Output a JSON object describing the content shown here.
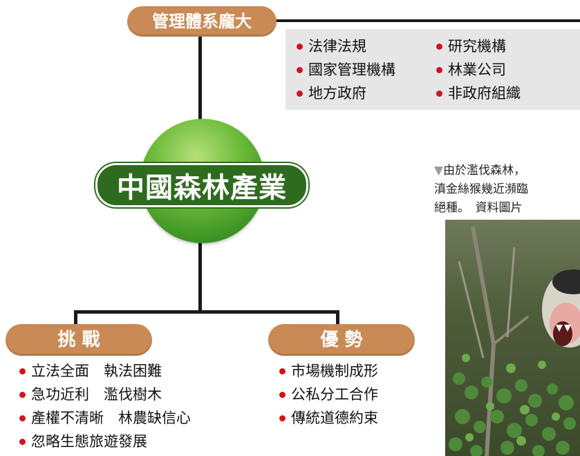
{
  "top_label": "管理體系龐大",
  "management_items": {
    "col1": [
      "法律法規",
      "國家管理機構",
      "地方政府"
    ],
    "col2": [
      "研究機構",
      "林業公司",
      "非政府組織"
    ]
  },
  "center_title": "中國森林產業",
  "challenges": {
    "label": "挑 戰",
    "items": [
      "立法全面　執法困難",
      "急功近利　濫伐樹木",
      "產權不清晰　林農缺信心",
      "忽略生態旅遊發展"
    ]
  },
  "advantages": {
    "label": "優 勢",
    "items": [
      "市場機制成形",
      "公私分工合作",
      "傳統道德約束"
    ]
  },
  "caption": {
    "marker": "▼",
    "lines": [
      "由於濫伐森林，",
      "滇金絲猴幾近瀕臨",
      "絕種。　資料圖片"
    ]
  },
  "colors": {
    "pill": "#c98a55",
    "bullet": "#d0141c",
    "banner": "#2f6b1f",
    "infobox": "#e6e6e6"
  }
}
